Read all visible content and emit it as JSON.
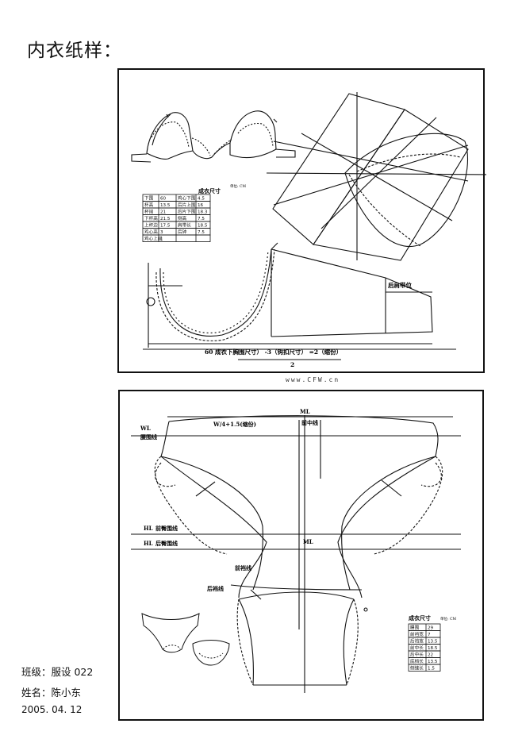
{
  "title": "内衣纸样：",
  "watermark": "www.CFW.cn",
  "bra": {
    "table_title": "成衣尺寸",
    "unit": "单位: CM",
    "rows": [
      [
        "下围",
        "60",
        "鸡心下围",
        "4.5"
      ],
      [
        "杯高",
        "13.5",
        "后片上围",
        "16"
      ],
      [
        "杯阔",
        "21",
        "后片下围",
        "18.3"
      ],
      [
        "下杯高",
        "21.5",
        "侧高",
        "7.5"
      ],
      [
        "上杯边",
        "17.5",
        "肩带长",
        "18.5"
      ],
      [
        "鸡心高",
        "3",
        "后钟",
        "7.5"
      ],
      [
        "鸡心上阔",
        "1",
        "",
        ""
      ]
    ],
    "back_band_label": "后肩带位",
    "formula": "60 成衣下胸围尺寸） -3（钩扣尺寸） =2（缩份）",
    "denominator": "2"
  },
  "brief": {
    "ml": "ML",
    "front_center": "前中线",
    "wl": "WL",
    "waist_line": "腰围线",
    "waist_formula": "W/4+1.5(缩份)",
    "hl": "HL",
    "front_hip": "前臀围线",
    "back_hip": "后臀围线",
    "front_crotch": "前裆线",
    "back_crotch": "后裆线",
    "table_title": "成衣尺寸",
    "unit": "单位: CM",
    "rows": [
      [
        "腰围",
        "29"
      ],
      [
        "前裆宽",
        "7"
      ],
      [
        "后裆宽",
        "13.5"
      ],
      [
        "前中长",
        "18.5"
      ],
      [
        "后中长",
        "22"
      ],
      [
        "底档长",
        "13.5"
      ],
      [
        "侧缝长",
        "1.5"
      ]
    ]
  },
  "student": {
    "class_line": "班级：服设 022",
    "name_line": "姓名：陈小东",
    "date": "2005. 04. 12"
  }
}
